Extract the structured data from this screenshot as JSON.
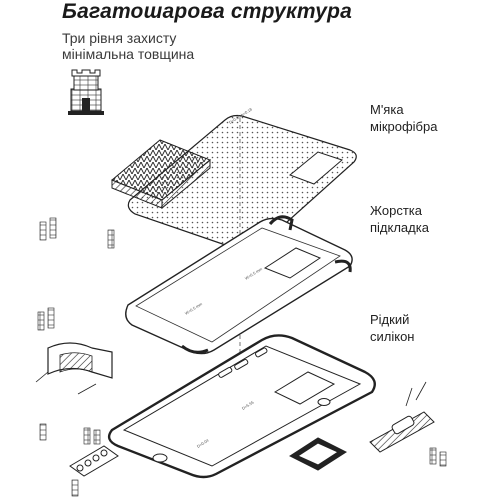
{
  "header": {
    "title": "Багатошарова структура",
    "subtitle_line1": "Три рівня захисту",
    "subtitle_line2": "мінімальна товщина"
  },
  "layers": [
    {
      "line1": "М'яка",
      "line2": "мікрофібра"
    },
    {
      "line1": "Жорстка",
      "line2": "підкладка"
    },
    {
      "line1": "Рідкий",
      "line2": "силікон"
    }
  ],
  "colors": {
    "ink": "#1e1e1e",
    "dots": "#555555",
    "fill": "#ffffff"
  }
}
